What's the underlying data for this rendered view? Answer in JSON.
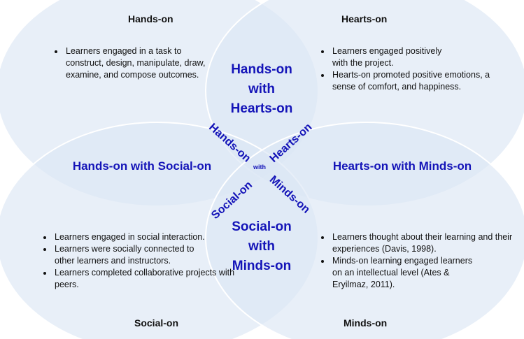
{
  "colors": {
    "ellipse_fill": "#dbe7f4",
    "ellipse_stroke": "#ffffff",
    "accent_text": "#1414b8",
    "body_text": "#111111"
  },
  "quadrants": {
    "hands_on": {
      "title": "Hands-on",
      "bullets": [
        "Learners engaged in a task to construct, design, manipulate, draw, examine, and compose outcomes."
      ]
    },
    "hearts_on": {
      "title": "Hearts-on",
      "bullets": [
        "Learners engaged positively with the project.",
        "Hearts-on promoted positive emotions, a sense of comfort, and happiness."
      ]
    },
    "social_on": {
      "title": "Social-on",
      "bullets": [
        "Learners engaged in social interaction.",
        "Learners were socially connected to other learners and instructors.",
        "Learners completed collaborative projects with peers."
      ]
    },
    "minds_on": {
      "title": "Minds-on",
      "bullets": [
        "Learners thought about their learning and their experiences (Davis, 1998).",
        "Minds-on learning engaged learners on an intellectual level (Ates & Eryilmaz, 2011)."
      ]
    }
  },
  "overlaps": {
    "top": [
      "Hands-on",
      "with",
      "Hearts-on"
    ],
    "bottom": [
      "Social-on",
      "with",
      "Minds-on"
    ],
    "left": "Hands-on with Social-on",
    "right": "Hearts-on with Minds-on"
  },
  "center": {
    "upper_left": "Hands-on",
    "upper_right": "Hearts-on",
    "lower_left": "Social-on",
    "lower_right": "Minds-on",
    "middle": "with"
  }
}
